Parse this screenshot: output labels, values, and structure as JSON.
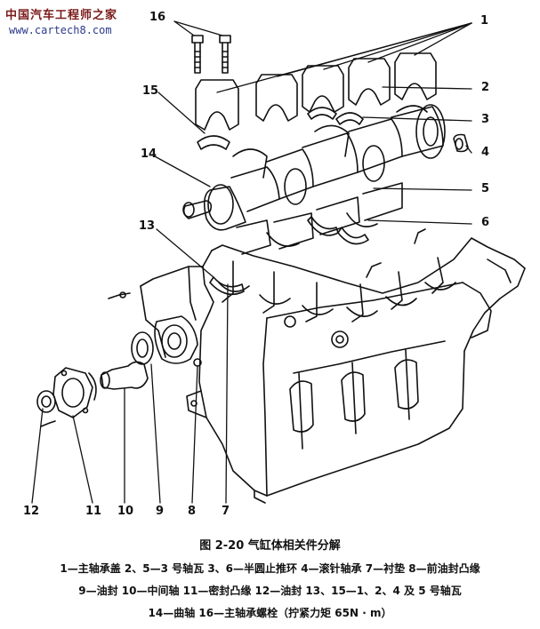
{
  "watermark": {
    "site_name_cn": "中国汽车工程师之家",
    "url": "www.cartech8.com"
  },
  "callouts": [
    "1",
    "2",
    "3",
    "4",
    "5",
    "6",
    "7",
    "8",
    "9",
    "10",
    "11",
    "12",
    "13",
    "14",
    "15",
    "16"
  ],
  "figure_title": "图 2-20 气缸体相关件分解",
  "legend": {
    "line1": "1—主轴承盖  2、5—3 号轴瓦  3、6—半圆止推环  4—滚针轴承  7—衬垫  8—前油封凸缘",
    "line2": "9—油封  10—中间轴  11—密封凸缘  12—油封  13、15—1、2、4 及 5 号轴瓦",
    "line3": "14—曲轴  16—主轴承螺栓（拧紧力矩 65N · m）"
  }
}
